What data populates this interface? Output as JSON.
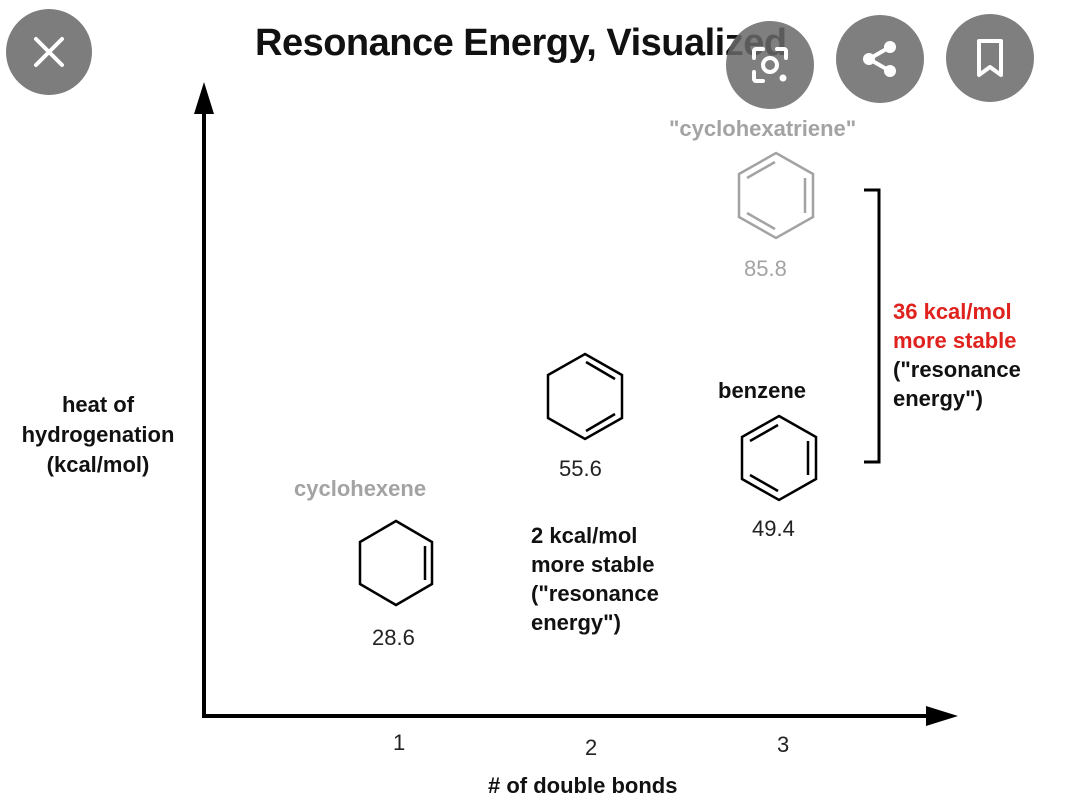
{
  "header": {
    "title": "Resonance Energy, Visualized"
  },
  "controls": {
    "close_icon": "close-icon",
    "lens_icon": "lens-icon",
    "share_icon": "share-icon",
    "bookmark_icon": "bookmark-icon",
    "button_color": "#6f6f6f"
  },
  "axes": {
    "ylabel_line1": "heat of",
    "ylabel_line2": "hydrogenation",
    "ylabel_line3": "(kcal/mol)",
    "xlabel": "# of double bonds",
    "ticks": [
      "1",
      "2",
      "3"
    ]
  },
  "chart_data": {
    "type": "scatter",
    "x": [
      1,
      2,
      3,
      3
    ],
    "y": [
      28.6,
      55.6,
      49.4,
      85.8
    ],
    "points": [
      {
        "x": 1,
        "y": 28.6,
        "label": "cyclohexene"
      },
      {
        "x": 2,
        "y": 55.6,
        "label": ""
      },
      {
        "x": 3,
        "y": 49.4,
        "label": "benzene"
      },
      {
        "x": 3,
        "y": 85.8,
        "label": "\"cyclohexatriene\""
      }
    ]
  },
  "labels": {
    "cyclohexene": "cyclohexene",
    "v1": "28.6",
    "v2": "55.6",
    "benzene": "benzene",
    "v3": "49.4",
    "cyclohexatriene": "\"cyclohexatriene\"",
    "v4": "85.8"
  },
  "annotations": {
    "small": {
      "line1": "2 kcal/mol",
      "line2": "more stable",
      "line3": "(\"resonance",
      "line4": "energy\")"
    },
    "large": {
      "line1": "36 kcal/mol",
      "line2": "more stable",
      "line3": "(\"resonance",
      "line4": "energy\")",
      "highlight_color": "#e0221f"
    }
  }
}
